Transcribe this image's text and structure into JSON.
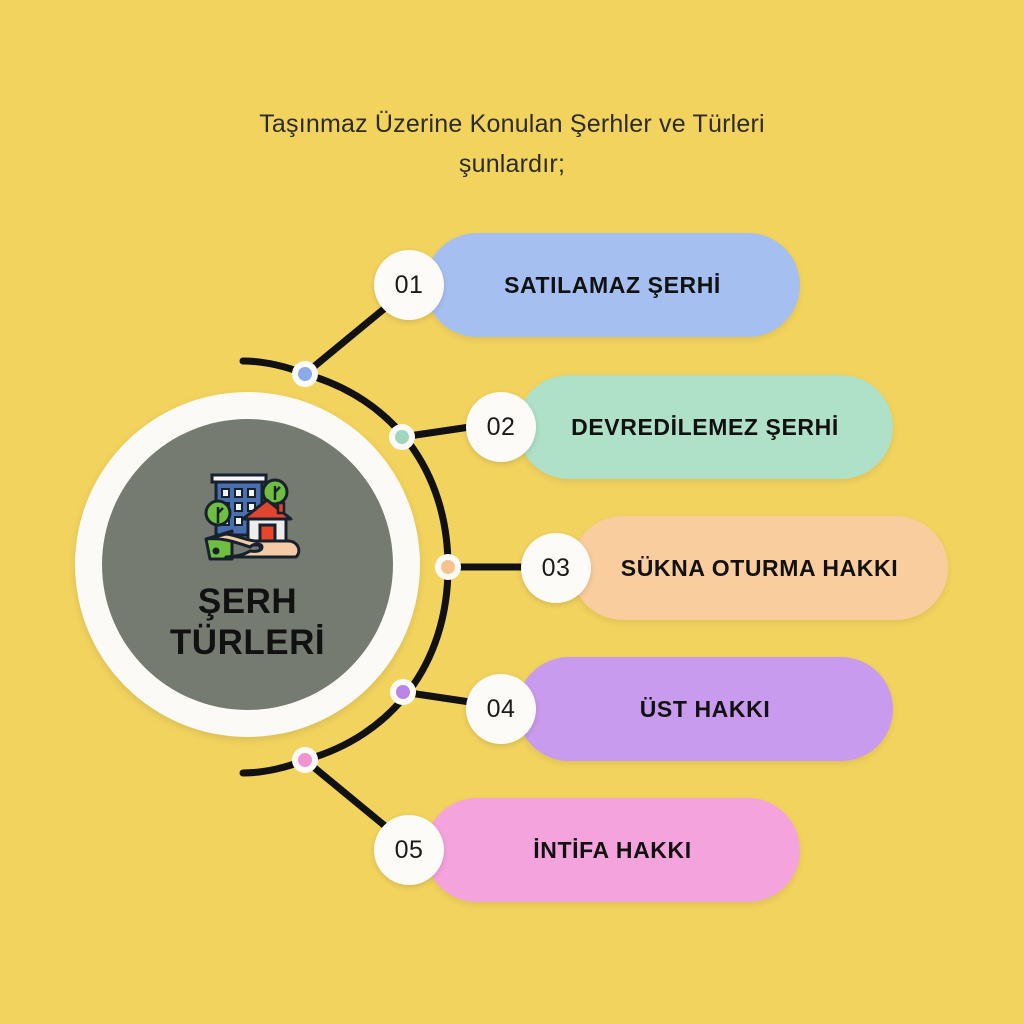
{
  "page": {
    "background_color": "#F2D35E",
    "title_line1": "Taşınmaz Üzerine Konulan Şerhler ve Türleri",
    "title_line2": "şunlardır;"
  },
  "hub": {
    "label_line1": "ŞERH",
    "label_line2": "TÜRLERİ",
    "circle_color": "#757B71",
    "ring_color": "#FBFAF7",
    "icon": "hand-holding-real-estate-icon"
  },
  "items": [
    {
      "number": "01",
      "label": "SATILAMAZ ŞERHİ",
      "color": "#A5C0F0",
      "dot_color": "#8AABE8"
    },
    {
      "number": "02",
      "label": "DEVREDİLEMEZ ŞERHİ",
      "color": "#AFE0C8",
      "dot_color": "#9FD6BC"
    },
    {
      "number": "03",
      "label": "SÜKNA OTURMA HAKKI",
      "color": "#FACD9E",
      "dot_color": "#F7C290"
    },
    {
      "number": "04",
      "label": "ÜST HAKKI",
      "color": "#C99BEE",
      "dot_color": "#BB84E8"
    },
    {
      "number": "05",
      "label": "İNTİFA HAKKI",
      "color": "#F5A3DC",
      "dot_color": "#F093D2"
    }
  ]
}
